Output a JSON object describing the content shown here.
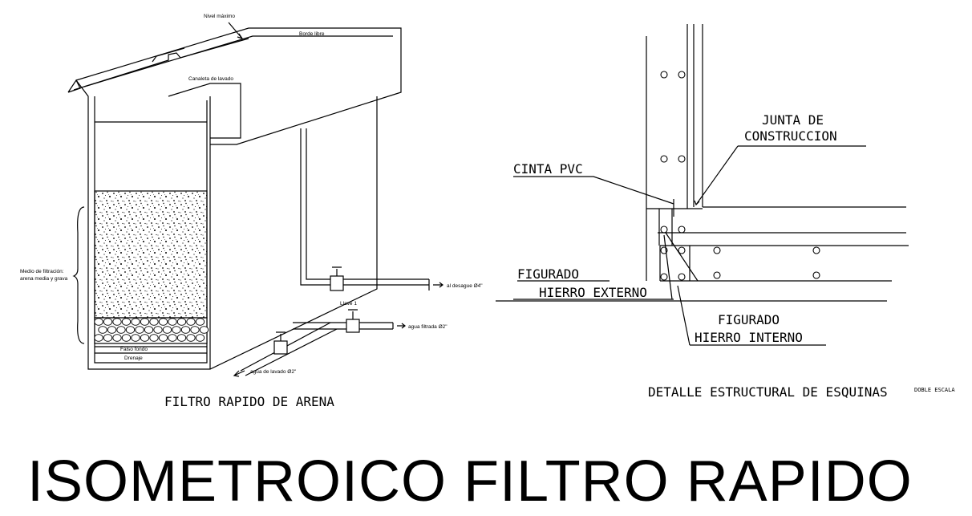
{
  "page_title": "ISOMETROICO FILTRO RAPIDO",
  "filter": {
    "caption": "FILTRO RAPIDO DE ARENA",
    "labels": {
      "max_level": "Nivel máximo",
      "freeboard": "Borde libre",
      "wash_channel": "Canaleta de lavado",
      "filter_media": "Medio de filtración:\narena media y grava",
      "false_bottom": "Falso fondo",
      "drain": "Drenaje",
      "valve": "Llave 1",
      "outlet_drain": "al desague Ø4\"",
      "outlet_filtered": "agua filtrada Ø2\"",
      "outlet_wash": "agua de lavado Ø2\""
    }
  },
  "detail": {
    "caption": "DETALLE ESTRUCTURAL DE ESQUINAS",
    "scale_note": "DOBLE ESCALA",
    "labels": {
      "junta": "JUNTA DE\nCONSTRUCCION",
      "cinta": "CINTA PVC",
      "figurado_externo": "FIGURADO\nHIERRO EXTERNO",
      "figurado_interno": "FIGURADO\nHIERRO INTERNO"
    }
  }
}
